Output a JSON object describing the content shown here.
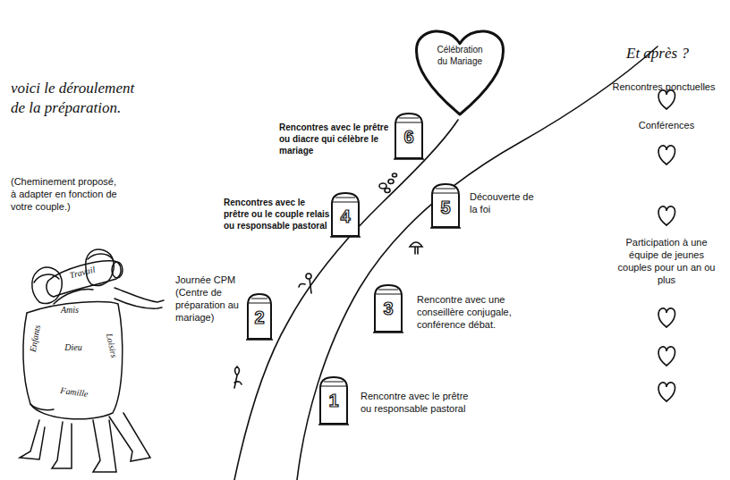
{
  "diagram": {
    "title": "voici le déroulement de la préparation.",
    "nodes": [
      {
        "text": [
          "1",
          "Rencontre avec le prêtre ou responsable pastoral"
        ]
      },
      {
        "text": [
          "2",
          "Journée CPM (Centre de préparation au mariage)"
        ]
      },
      {
        "text": [
          "3",
          "Rencontre avec une conseillère conjugale, conférence débat."
        ]
      },
      {
        "text": [
          "4",
          "Rencontres avec le prêtre ou le couple relais ou responsable pastoral"
        ]
      },
      {
        "text": [
          "5",
          "Découverte de la foi"
        ]
      },
      {
        "text": [
          "6",
          "Rencontres avec le prêtre ou diacre qui célèbre le mariage"
        ]
      },
      {
        "text": [
          "Célébration du Mariage"
        ]
      }
    ],
    "labels": [
      "(Cheminement proposé, à adapter en fonction de votre couple.)",
      "Et après ?",
      "Rencontres ponctuelles",
      "Conférences",
      "Participation à une équipe de jeunes couples pour un an ou plus",
      "Travail",
      "Amis",
      "Enfants",
      "Dieu",
      "Famille",
      "Loisirs"
    ]
  }
}
